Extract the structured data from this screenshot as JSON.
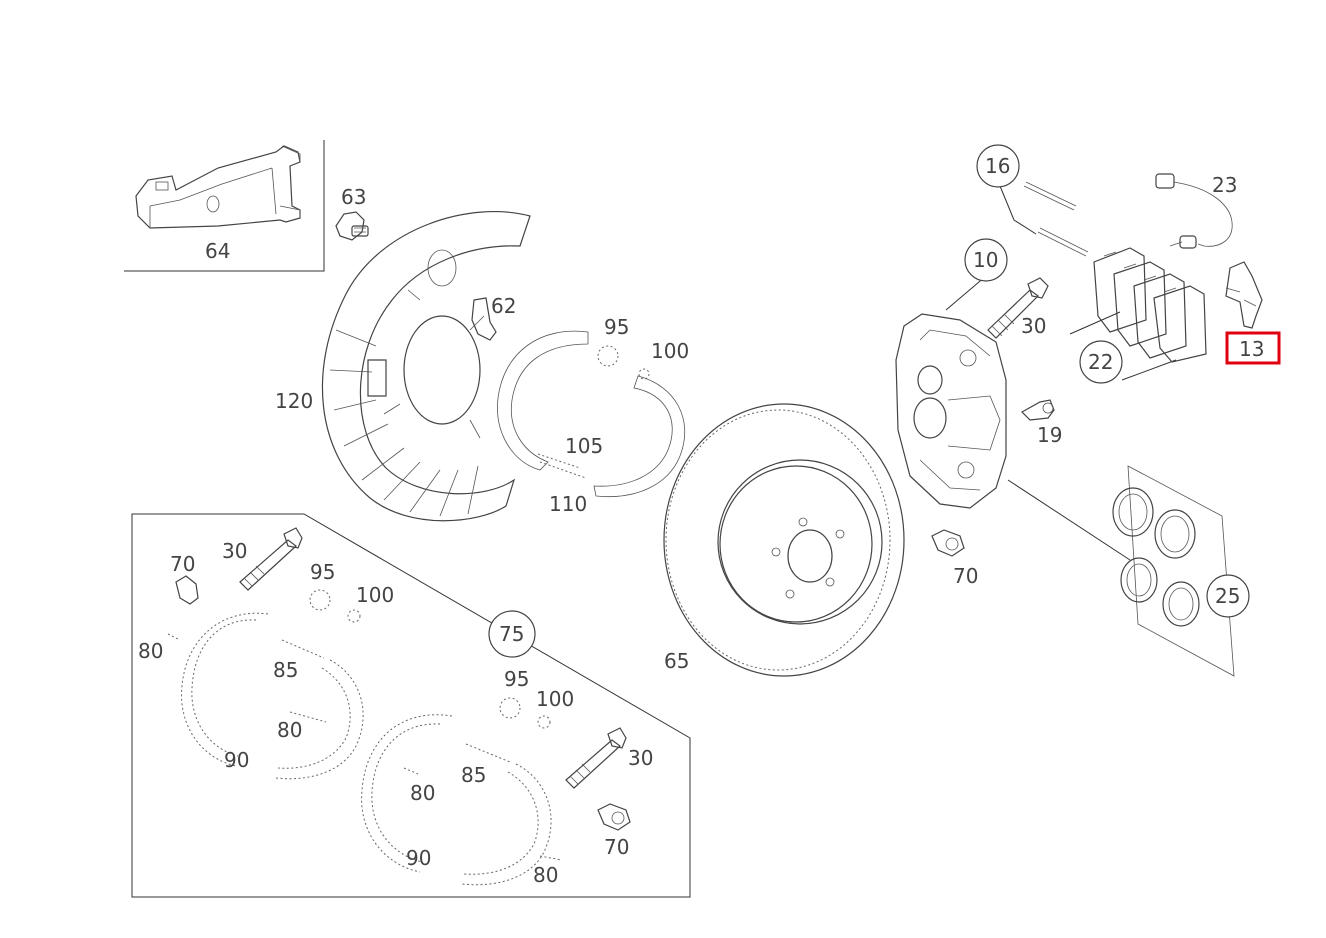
{
  "diagram": {
    "labels": {
      "l64": "64",
      "l63": "63",
      "l62": "62",
      "l120": "120",
      "l95a": "95",
      "l100a": "100",
      "l105": "105",
      "l110": "110",
      "l65": "65",
      "l10": "10",
      "l16": "16",
      "l23": "23",
      "l30a": "30",
      "l19": "19",
      "l22": "22",
      "l13": "13",
      "l70a": "70",
      "l25": "25",
      "l70b": "70",
      "l30b": "30",
      "l95b": "95",
      "l100b": "100",
      "l80a": "80",
      "l85a": "85",
      "l80b": "80",
      "l90a": "90",
      "l75": "75",
      "l95c": "95",
      "l100c": "100",
      "l30c": "30",
      "l85b": "85",
      "l80c": "80",
      "l90b": "90",
      "l70c": "70",
      "l80d": "80"
    },
    "highlight_color": "#e0000e"
  }
}
